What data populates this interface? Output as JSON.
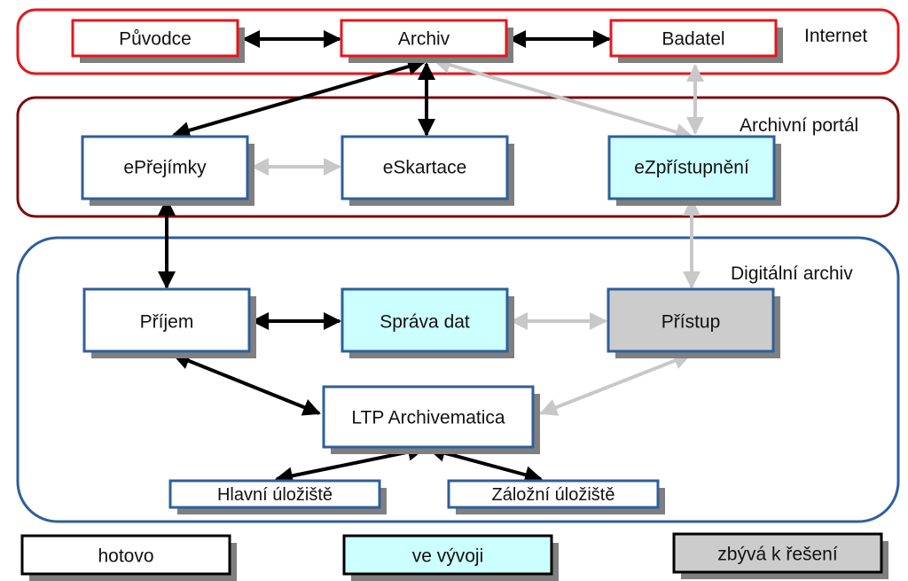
{
  "groups": {
    "internet": "Internet",
    "portal": "Archivní portál",
    "digital": "Digitální archiv"
  },
  "nodes": {
    "puvodce": "Původce",
    "archiv": "Archiv",
    "badatel": "Badatel",
    "eprejimky": "ePřejímky",
    "eskartace": "eSkartace",
    "ezpristupneni": "eZpřístupnění",
    "prijem": "Příjem",
    "sprava_dat": "Správa dat",
    "pristup": "Přístup",
    "ltp": "LTP Archivematica",
    "hlavni_uloziste": "Hlavní úložiště",
    "zalozni_uloziste": "Záložní úložiště"
  },
  "legend": {
    "done": "hotovo",
    "in_progress": "ve vývoji",
    "todo": "zbývá k řešení"
  },
  "colors": {
    "internet_border": "#e3171c",
    "portal_border": "#7a0d10",
    "digital_border": "#2e5f9a",
    "node_border_blue": "#2e5f9a",
    "done_fill": "#ffffff",
    "in_progress_fill": "#ccffff",
    "todo_fill": "#cccccc",
    "arrow_done": "#000000",
    "arrow_todo": "#c8c8c8"
  }
}
